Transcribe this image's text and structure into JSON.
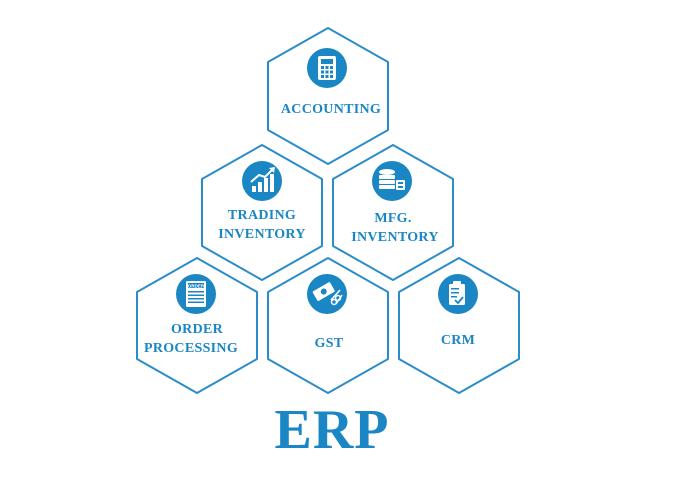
{
  "title": "ERP",
  "colors": {
    "primary": "#1a86c4",
    "hex_stroke": "#2a8cc8",
    "background": "#ffffff",
    "icon_fg": "#ffffff"
  },
  "modules": [
    {
      "id": "accounting",
      "lines": [
        "ACCOUNTING"
      ],
      "icon": "calculator-icon"
    },
    {
      "id": "trading-inventory",
      "lines": [
        "TRADING",
        "INVENTORY"
      ],
      "icon": "growth-chart-icon"
    },
    {
      "id": "mfg-inventory",
      "lines": [
        "MFG.",
        "INVENTORY"
      ],
      "icon": "database-stack-icon"
    },
    {
      "id": "order-processing",
      "lines": [
        "ORDER",
        "PROCESSING"
      ],
      "icon": "order-form-icon",
      "icon_text": "ORDER"
    },
    {
      "id": "gst",
      "lines": [
        "GST"
      ],
      "icon": "tax-scissors-icon"
    },
    {
      "id": "crm",
      "lines": [
        "CRM"
      ],
      "icon": "clipboard-check-icon"
    }
  ]
}
